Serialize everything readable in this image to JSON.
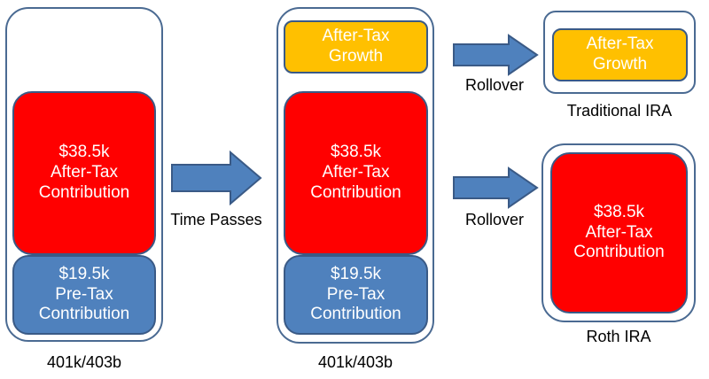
{
  "stage1": {
    "after_tax": [
      "$38.5k",
      "After-Tax",
      "Contribution"
    ],
    "pre_tax": [
      "$19.5k",
      "Pre-Tax",
      "Contribution"
    ],
    "label": "401k/403b"
  },
  "transition": {
    "label": "Time Passes"
  },
  "stage2": {
    "growth": [
      "After-Tax",
      "Growth"
    ],
    "after_tax": [
      "$38.5k",
      "After-Tax",
      "Contribution"
    ],
    "pre_tax": [
      "$19.5k",
      "Pre-Tax",
      "Contribution"
    ],
    "label": "401k/403b"
  },
  "rollover_top": {
    "label": "Rollover"
  },
  "rollover_bottom": {
    "label": "Rollover"
  },
  "traditional_ira": {
    "growth": [
      "After-Tax",
      "Growth"
    ],
    "label": "Traditional IRA"
  },
  "roth_ira": {
    "after_tax": [
      "$38.5k",
      "After-Tax",
      "Contribution"
    ],
    "label": "Roth IRA"
  },
  "colors": {
    "after_tax_contribution": "#ff0000",
    "pre_tax_contribution": "#4f81bd",
    "after_tax_growth": "#ffc000",
    "arrow": "#4f81bd",
    "outline": "#4a6a92"
  }
}
